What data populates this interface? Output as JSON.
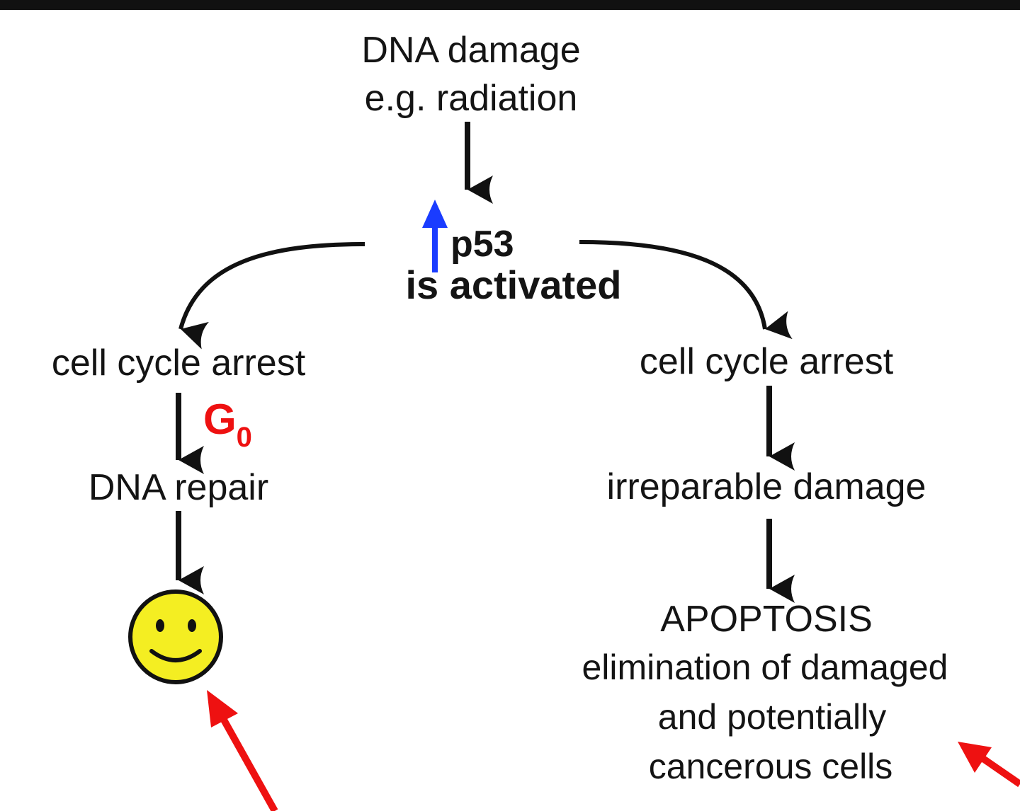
{
  "diagram": {
    "trigger": {
      "line1": "DNA damage",
      "line2": "e.g. radiation"
    },
    "p53": {
      "name": "p53",
      "status": "is activated"
    },
    "left_branch": {
      "step1": "cell cycle arrest",
      "phase_letter": "G",
      "phase_subscript": "0",
      "step2": "DNA repair",
      "outcome_icon": "smiley-face-icon"
    },
    "right_branch": {
      "step1": "cell cycle arrest",
      "step2": "irreparable damage",
      "outcome_title": "APOPTOSIS",
      "outcome_desc_line1": "elimination of damaged",
      "outcome_desc_line2": "and potentially",
      "outcome_desc_line3": "cancerous cells"
    },
    "colors": {
      "text": "#141414",
      "arrow": "#111111",
      "increase_arrow": "#1a3cff",
      "highlight": "#ee1111",
      "smiley_fill": "#f4ee22"
    }
  }
}
